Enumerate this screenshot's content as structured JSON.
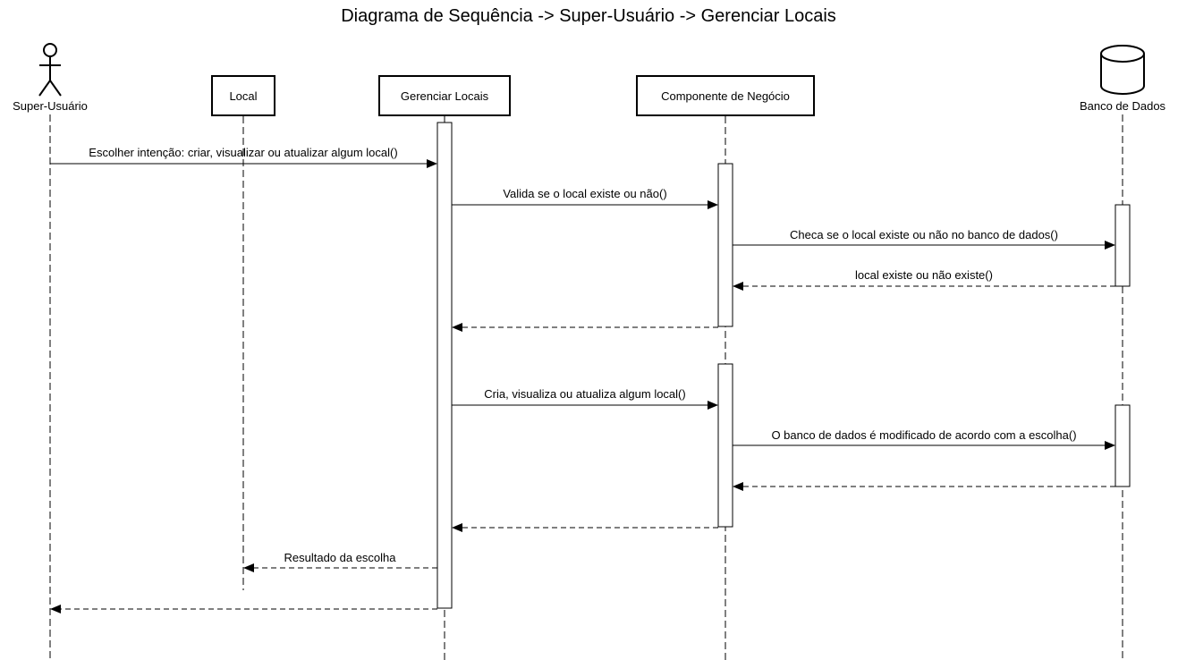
{
  "title": "Diagrama de Sequência -> Super-Usuário -> Gerenciar Locais",
  "participants": {
    "super_usuario": "Super-Usuário",
    "local": "Local",
    "gerenciar_locais": "Gerenciar Locais",
    "componente_negocio": "Componente de Negócio",
    "banco_dados": "Banco de Dados"
  },
  "messages": {
    "m1": "Escolher intenção: criar, visualizar ou atualizar algum local()",
    "m2": "Valida se o local existe ou não()",
    "m3": "Checa se o local existe ou não no banco de dados()",
    "m4": "local existe ou não existe()",
    "m5": "",
    "m6": "Cria, visualiza ou atualiza algum local()",
    "m7": "O banco de dados é modificado de acordo com a escolha()",
    "m8": "",
    "m9": "",
    "m10": "Resultado da escolha",
    "m11": ""
  }
}
